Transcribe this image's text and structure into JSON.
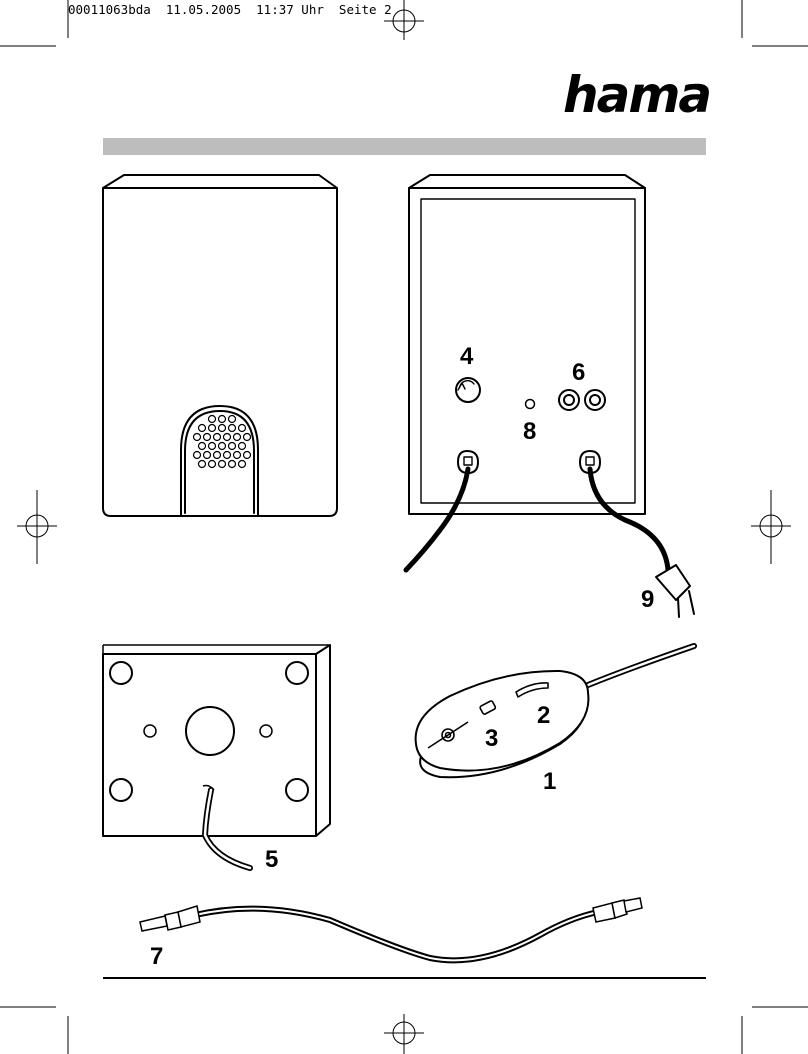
{
  "print_header": {
    "text": "00011063bda  11.05.2005  11:37 Uhr  Seite 2"
  },
  "brand": {
    "name": "hama",
    "registered": "®"
  },
  "labels": {
    "l1": "1",
    "l2": "2",
    "l3": "3",
    "l4": "4",
    "l5": "5",
    "l6": "6",
    "l7": "7",
    "l8": "8",
    "l9": "9"
  }
}
